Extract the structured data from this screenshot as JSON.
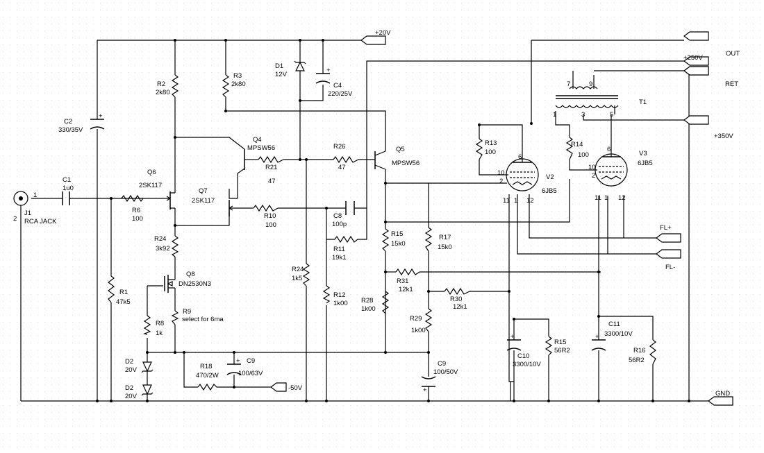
{
  "net_labels": {
    "p20": "+20V",
    "p250": "+250V",
    "out": "OUT",
    "ret": "RET",
    "p350": "+350V",
    "flp": "FL+",
    "flm": "FL-",
    "gnd": "GND",
    "m50": "-50V"
  },
  "jack": {
    "ref": "J1",
    "name": "RCA JACK",
    "pin1": "1",
    "pin2": "2"
  },
  "c1": {
    "ref": "C1",
    "value": "1u0"
  },
  "c2": {
    "ref": "C2",
    "value": "330/35V"
  },
  "c4": {
    "ref": "C4",
    "value": "220/25V"
  },
  "c8": {
    "ref": "C8",
    "value": "100p"
  },
  "c9a": {
    "ref": "C9",
    "value": "100/63V"
  },
  "c9b": {
    "ref": "C9",
    "value": "100/50V"
  },
  "c10": {
    "ref": "C10",
    "value": "3300/10V"
  },
  "c11": {
    "ref": "C11",
    "value": "3300/10V"
  },
  "d1": {
    "ref": "D1",
    "value": "12V"
  },
  "d2a": {
    "ref": "D2",
    "value": "20V"
  },
  "d2b": {
    "ref": "D2",
    "value": "20V"
  },
  "q4": {
    "ref": "Q4",
    "value": "MPSW56"
  },
  "q5": {
    "ref": "Q5",
    "value": "MPSW56"
  },
  "q6": {
    "ref": "Q6",
    "value": "2SK117"
  },
  "q7": {
    "ref": "Q7",
    "value": "2SK117"
  },
  "q8": {
    "ref": "Q8",
    "value": "DN2530N3"
  },
  "r1": {
    "ref": "R1",
    "value": "47k5"
  },
  "r2": {
    "ref": "R2",
    "value": "2k80"
  },
  "r3": {
    "ref": "R3",
    "value": "2k80"
  },
  "r6": {
    "ref": "R6",
    "value": "100"
  },
  "r8": {
    "ref": "R8",
    "value": "1k"
  },
  "r9": {
    "ref": "R9",
    "value": "select for 6ma"
  },
  "r10": {
    "ref": "R10",
    "value": "100"
  },
  "r11": {
    "ref": "R11",
    "value": "19k1"
  },
  "r12": {
    "ref": "R12",
    "value": "1k00"
  },
  "r13": {
    "ref": "R13",
    "value": "100"
  },
  "r14": {
    "ref": "R14",
    "value": "100"
  },
  "r15a": {
    "ref": "R15",
    "value": "15k0"
  },
  "r15b": {
    "ref": "R15",
    "value": "56R2"
  },
  "r16": {
    "ref": "R16",
    "value": "56R2"
  },
  "r17": {
    "ref": "R17",
    "value": "15k0"
  },
  "r18": {
    "ref": "R18",
    "value": "470/2W"
  },
  "r21": {
    "ref": "R21",
    "value": "47"
  },
  "r24a": {
    "ref": "R24",
    "value": "3k92"
  },
  "r24b": {
    "ref": "R24",
    "value": "1k5"
  },
  "r26": {
    "ref": "R26",
    "value": "47"
  },
  "r28": {
    "ref": "R28",
    "value": "1k00"
  },
  "r29": {
    "ref": "R29",
    "value": "1k00"
  },
  "r30": {
    "ref": "R30",
    "value": "12k1"
  },
  "r31": {
    "ref": "R31",
    "value": "12k1"
  },
  "v2": {
    "ref": "V2",
    "value": "6JB5",
    "pins": [
      "6",
      "10",
      "2",
      "11",
      "1",
      "12"
    ]
  },
  "v3": {
    "ref": "V3",
    "value": "6JB5",
    "pins": [
      "6",
      "10",
      "2",
      "11",
      "1",
      "12"
    ]
  },
  "t1": {
    "ref": "T1",
    "pins": [
      "7",
      "9",
      "1",
      "3",
      "5"
    ]
  }
}
